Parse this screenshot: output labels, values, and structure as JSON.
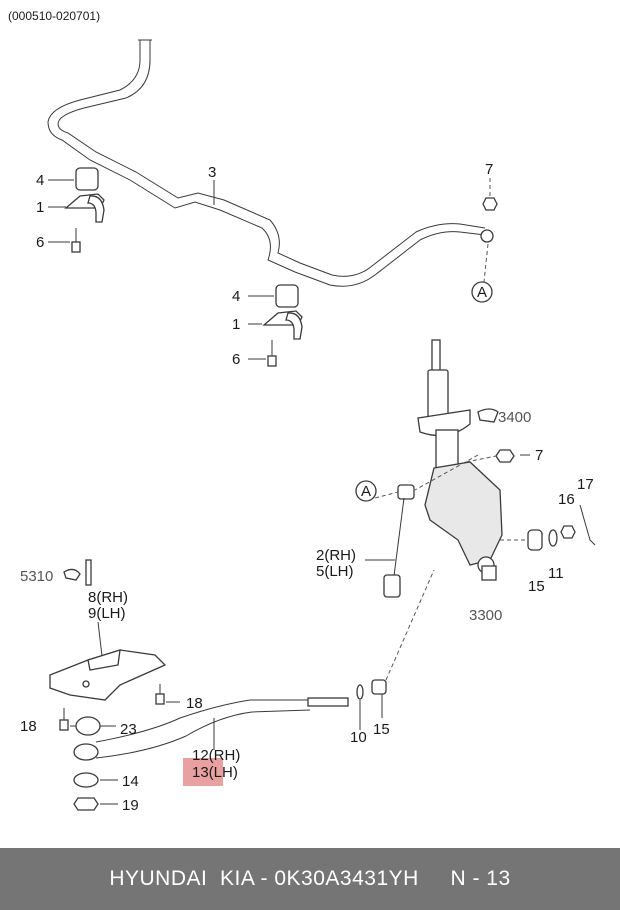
{
  "header": {
    "code": "(000510-020701)"
  },
  "labels": {
    "p4a": "4",
    "p1a": "1",
    "p6a": "6",
    "p3": "3",
    "p7a": "7",
    "refA1": "A",
    "p4b": "4",
    "p1b": "1",
    "p6b": "6",
    "p3400": "3400",
    "p7b": "7",
    "refA2": "A",
    "p17": "17",
    "p16": "16",
    "p2": "2(RH)",
    "p5": "5(LH)",
    "p15a": "15",
    "p11": "11",
    "p5310": "5310",
    "p8": "8(RH)",
    "p9": "9(LH)",
    "p3300": "3300",
    "p18a": "18",
    "p18b": "18",
    "p23": "23",
    "p10": "10",
    "p15b": "15",
    "p12": "12(RH)",
    "p13": "13(LH)",
    "p14": "14",
    "p19": "19"
  },
  "highlight": {
    "color": "#e8a0a0"
  },
  "footer": {
    "text": "HYUNDAI  KIA - 0K30A3431YH     N - 13"
  }
}
